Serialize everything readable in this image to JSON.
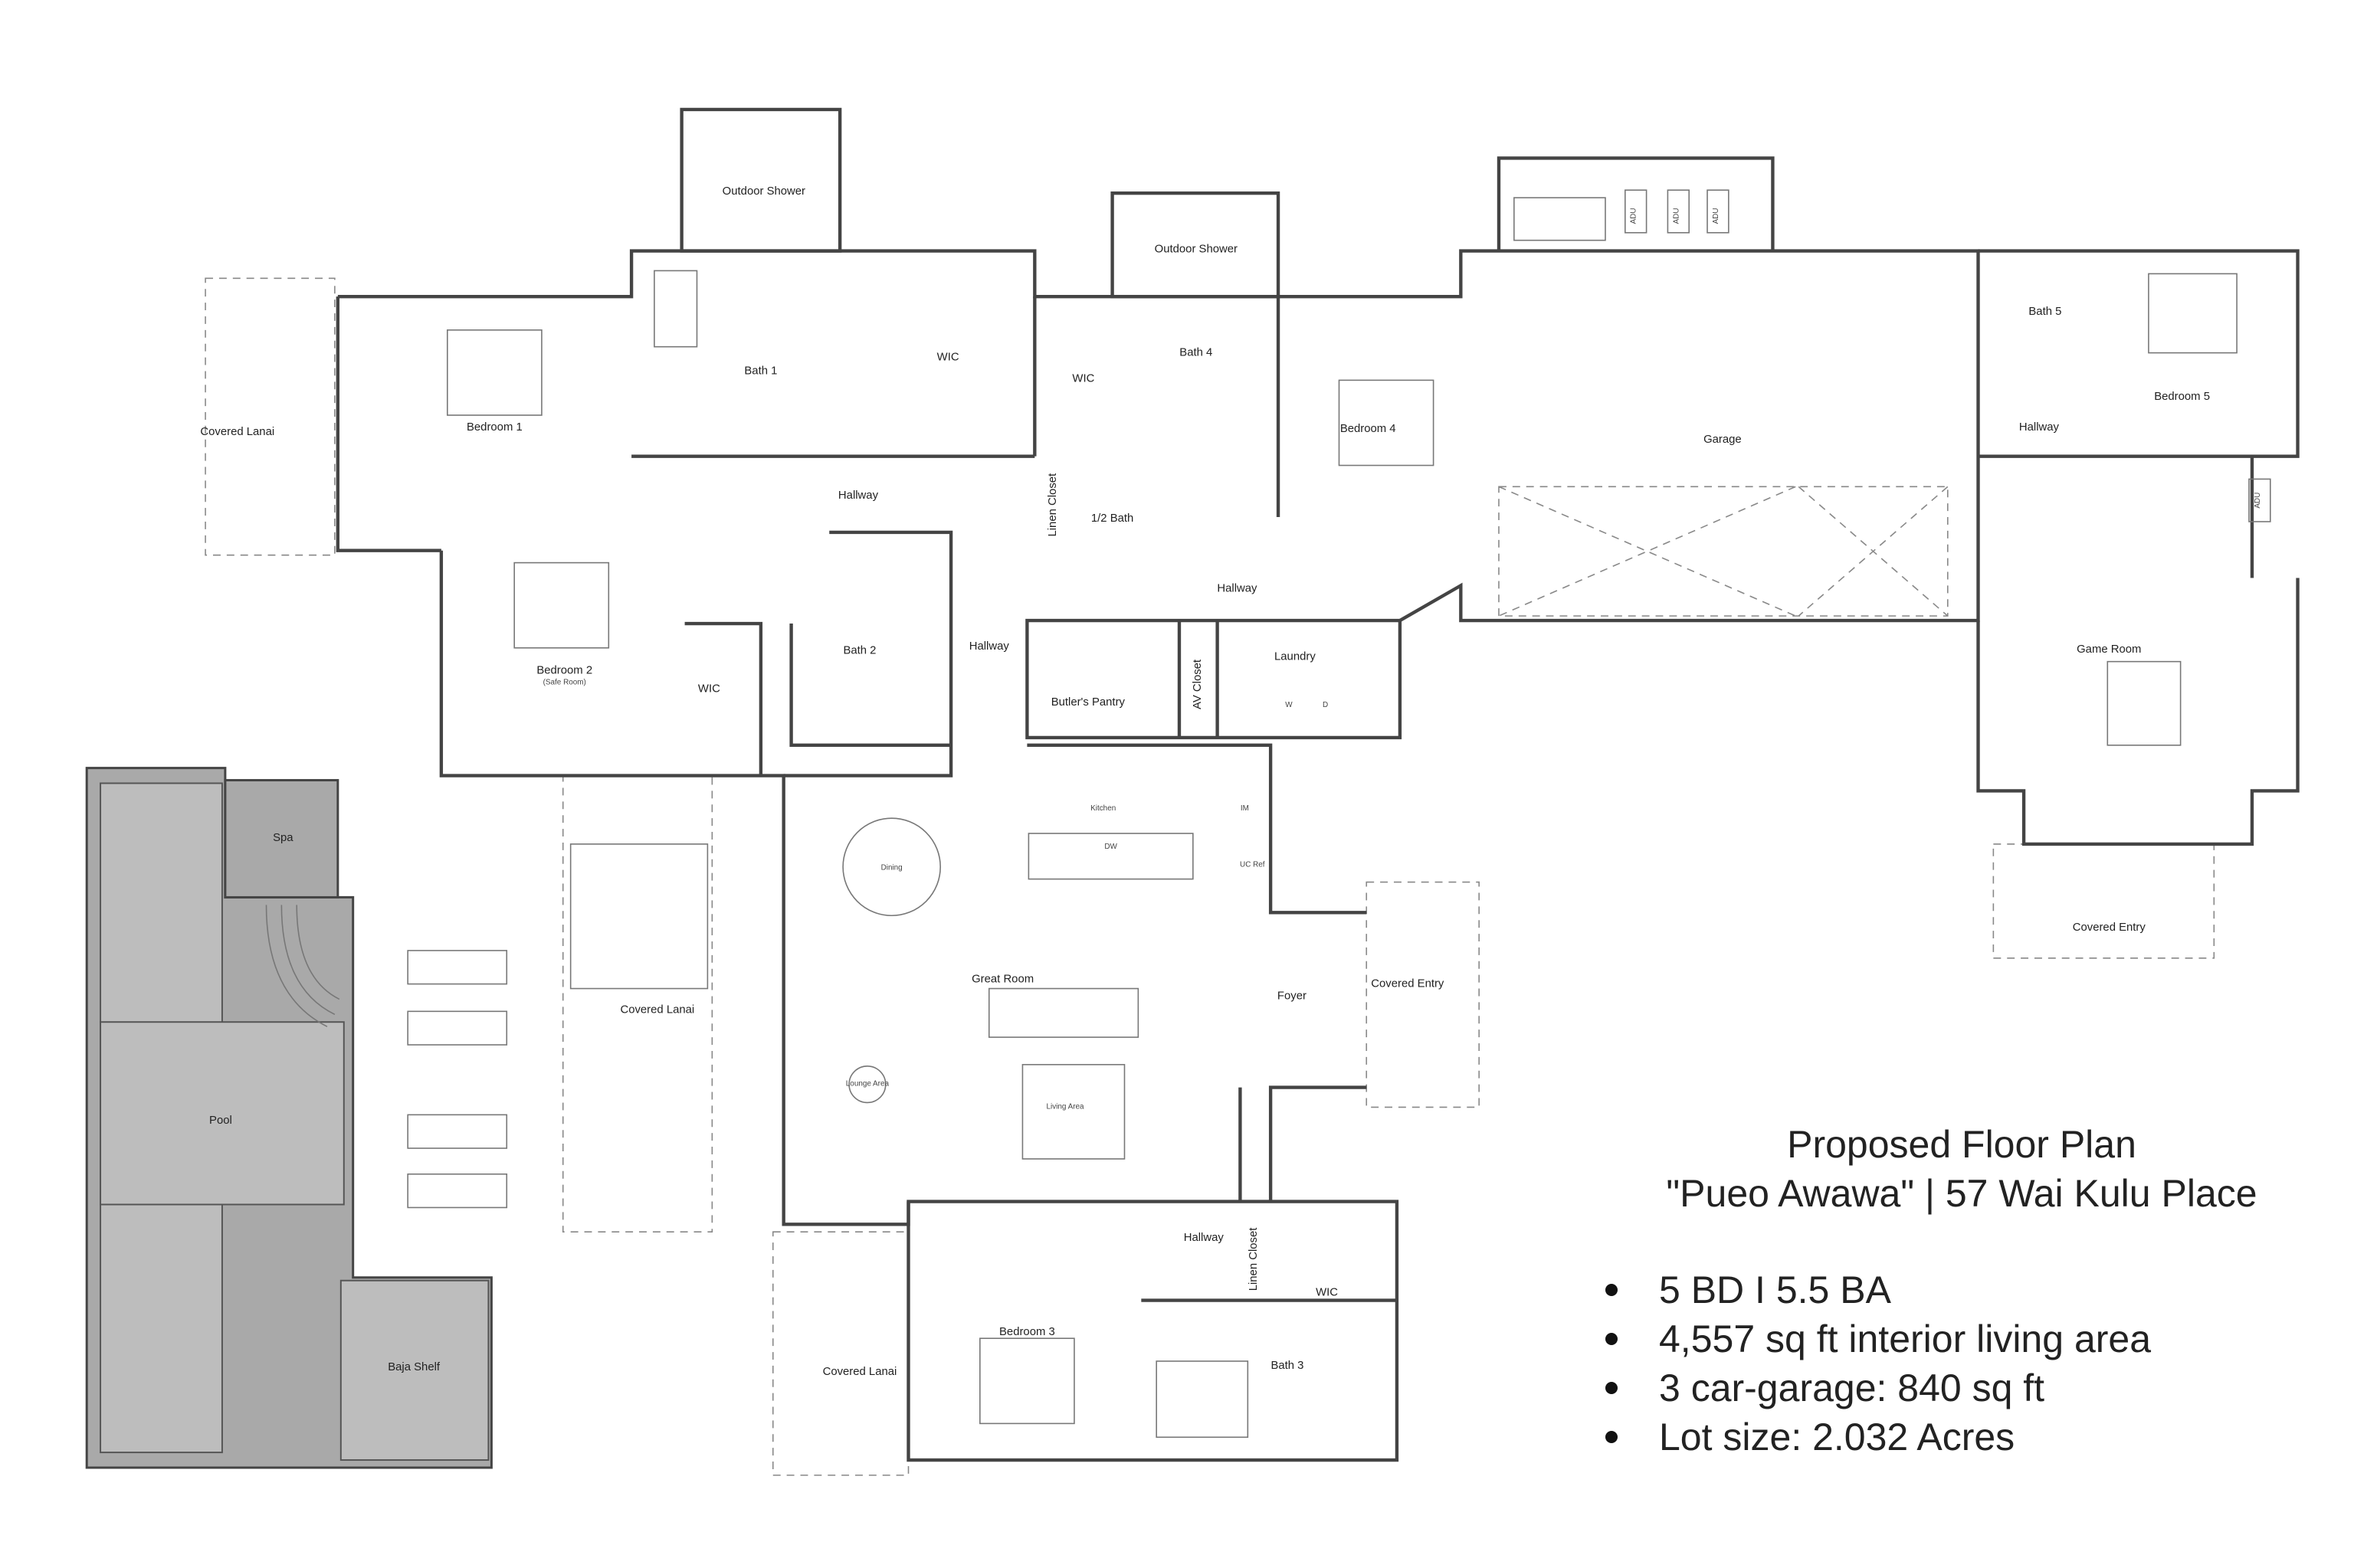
{
  "title": {
    "line1": "Proposed Floor Plan",
    "line2": "\"Pueo Awawa\" | 57 Wai Kulu Place"
  },
  "facts": [
    "5 BD I 5.5 BA",
    "4,557 sq ft interior living area",
    "3 car-garage: 840 sq ft",
    "Lot size: 2.032 Acres"
  ],
  "rooms": {
    "covered_lanai_1": "Covered Lanai",
    "bedroom_1": "Bedroom 1",
    "outdoor_shower_1": "Outdoor Shower",
    "bath_1": "Bath 1",
    "wic_1": "WIC",
    "outdoor_shower_2": "Outdoor Shower",
    "wic_4": "WIC",
    "bath_4": "Bath 4",
    "bedroom_4": "Bedroom 4",
    "adu_1": "ADU",
    "adu_2": "ADU",
    "adu_3": "ADU",
    "adu_4": "ADU",
    "garage": "Garage",
    "bath_5": "Bath 5",
    "bedroom_5": "Bedroom 5",
    "hallway_5": "Hallway",
    "game_room": "Game Room",
    "covered_entry_2": "Covered Entry",
    "hallway_main": "Hallway",
    "linen_closet_1": "Linen Closet",
    "half_bath": "1/2 Bath",
    "hallway_center": "Hallway",
    "bedroom_2": "Bedroom 2",
    "safe_room": "(Safe Room)",
    "wic_2": "WIC",
    "bath_2": "Bath 2",
    "hallway_west": "Hallway",
    "butlers_pantry": "Butler's Pantry",
    "av_closet": "AV Closet",
    "laundry": "Laundry",
    "washer": "W",
    "dryer": "D",
    "kitchen": "Kitchen",
    "dw": "DW",
    "im": "IM",
    "uc_ref": "UC Ref",
    "dining": "Dining",
    "spa": "Spa",
    "covered_lanai_2": "Covered Lanai",
    "great_room": "Great Room",
    "foyer": "Foyer",
    "covered_entry_1": "Covered Entry",
    "lounge_area": "Lounge Area",
    "living_area": "Living Area",
    "pool": "Pool",
    "hallway_south": "Hallway",
    "linen_closet_3": "Linen Closet",
    "wic_3": "WIC",
    "bedroom_3": "Bedroom 3",
    "bath_3": "Bath 3",
    "covered_lanai_3": "Covered Lanai",
    "baja_shelf": "Baja Shelf"
  }
}
